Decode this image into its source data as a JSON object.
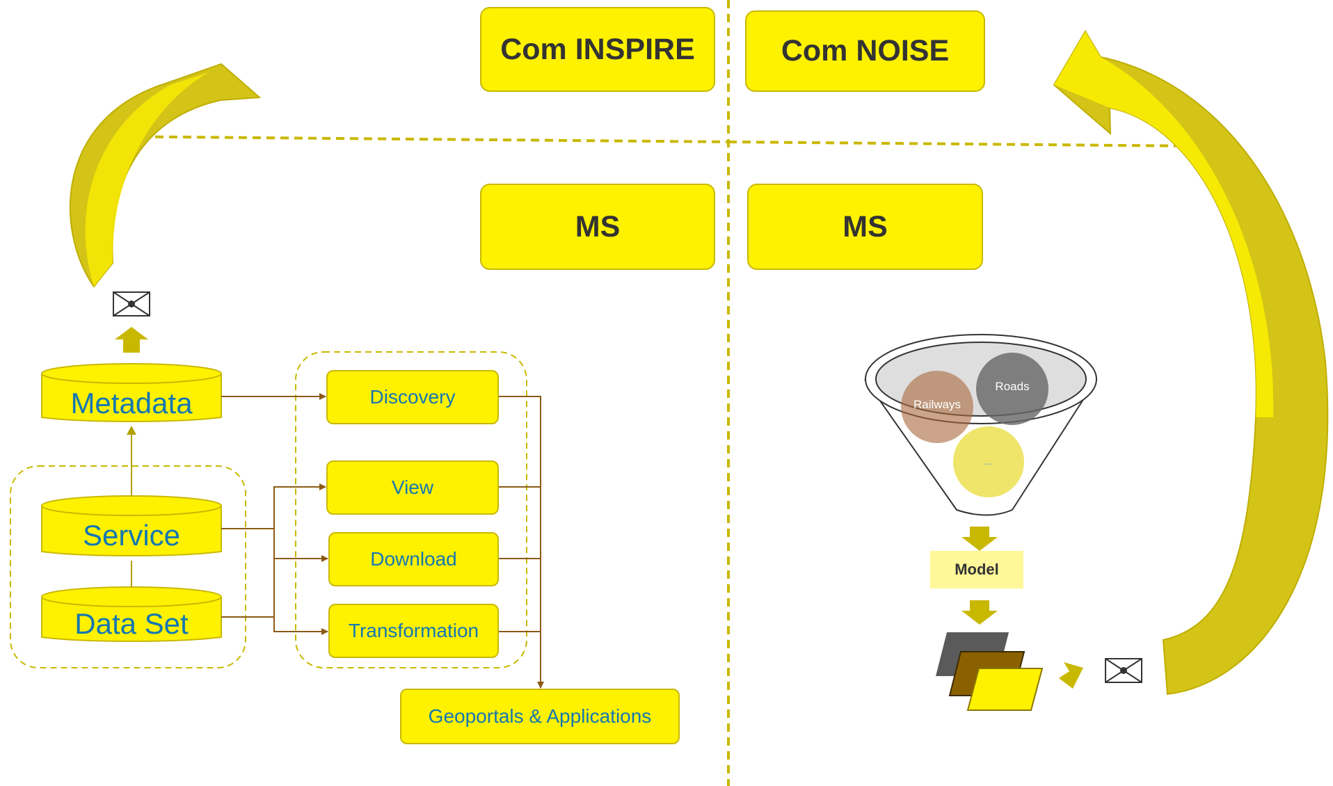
{
  "top": {
    "com_inspire": "Com INSPIRE",
    "com_noise": "Com NOISE"
  },
  "member_states": {
    "left": "MS",
    "right": "MS"
  },
  "inspire": {
    "stores": {
      "metadata": "Metadata",
      "service": "Service",
      "dataset": "Data Set"
    },
    "services": {
      "discovery": "Discovery",
      "view": "View",
      "download": "Download",
      "transformation": "Transformation"
    },
    "geoportals": "Geoportals & Applications"
  },
  "noise": {
    "sources": {
      "railways": "Railways",
      "roads": "Roads",
      "other": "..."
    },
    "model": "Model"
  },
  "icons": {
    "message_left": "envelope-icon",
    "message_right": "envelope-icon",
    "report_arrow": "up-arrow-icon",
    "feedback_arrows": "curved-arrow-icon"
  },
  "colors": {
    "yellow": "#fff200",
    "olive": "#c9b800",
    "connector_brown": "#8b5a14",
    "text_blue": "#1477b2",
    "railways": "#a9673a",
    "roads": "#656565",
    "other": "#efe56a"
  }
}
